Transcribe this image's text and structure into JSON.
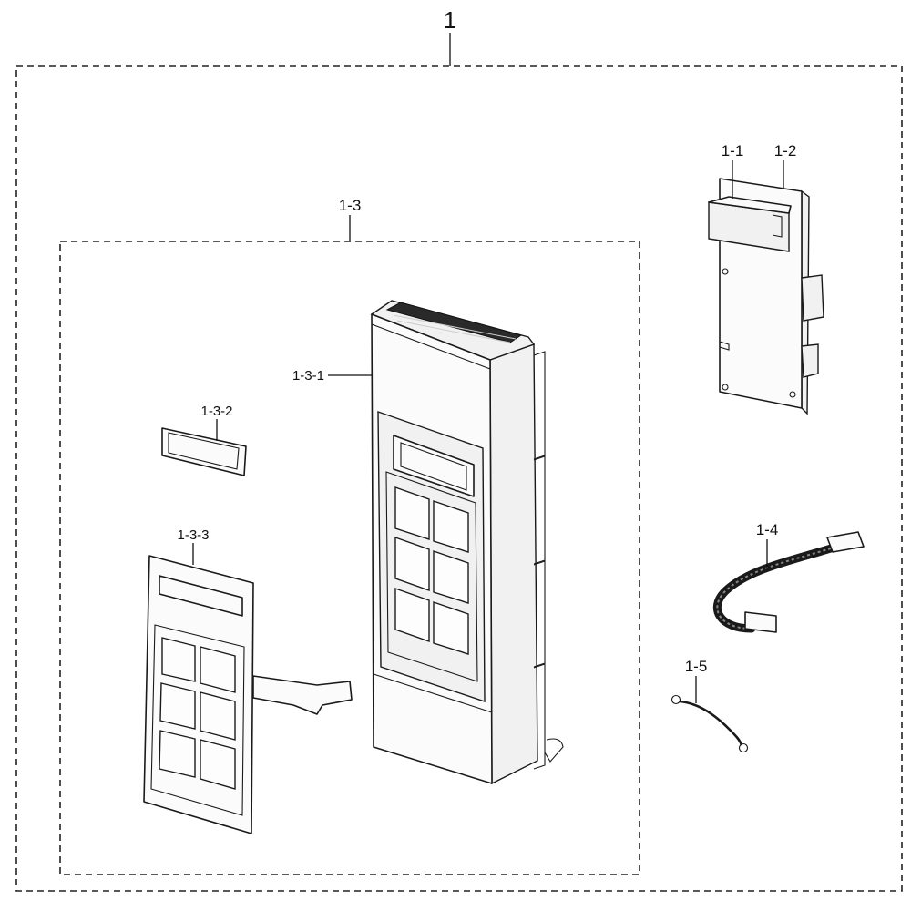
{
  "labels": {
    "assembly": "1",
    "sub_assembly": "1-3",
    "part_1_1": "1-1",
    "part_1_2": "1-2",
    "part_1_3_1": "1-3-1",
    "part_1_3_2": "1-3-2",
    "part_1_3_3": "1-3-3",
    "part_1_4": "1-4",
    "part_1_5": "1-5"
  }
}
